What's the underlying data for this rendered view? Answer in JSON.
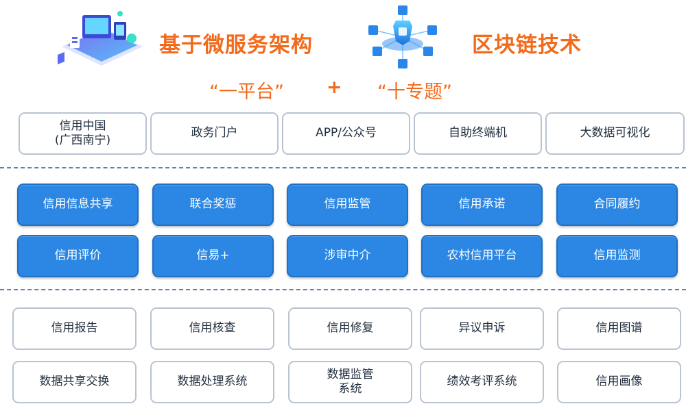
{
  "header": {
    "left_title": "基于微服务架构",
    "right_title": "区块链技术",
    "platform": "“一平台”",
    "plus": "+",
    "topics": "“十专题”"
  },
  "colors": {
    "accent": "#f26a1b",
    "dark_box": "#2b87e3",
    "light_border": "#b9c3d1",
    "divider": "#5a83ad"
  },
  "icons": {
    "left": "microservices-illustration-icon",
    "right": "blockchain-illustration-icon"
  },
  "channels": [
    "信用中国\n(广西南宁)",
    "政务门户",
    "APP/公众号",
    "自助终端机",
    "大数据可视化"
  ],
  "topics_row1": [
    "信用信息共享",
    "联合奖惩",
    "信用监管",
    "信用承诺",
    "合同履约"
  ],
  "topics_row2": [
    "信用评价",
    "信易+",
    "涉审中介",
    "农村信用平台",
    "信用监测"
  ],
  "services_row1": [
    "信用报告",
    "信用核查",
    "信用修复",
    "异议申诉",
    "信用图谱"
  ],
  "services_row2": [
    "数据共享交换",
    "数据处理系统",
    "数据监管\n系统",
    "绩效考评系统",
    "信用画像"
  ]
}
